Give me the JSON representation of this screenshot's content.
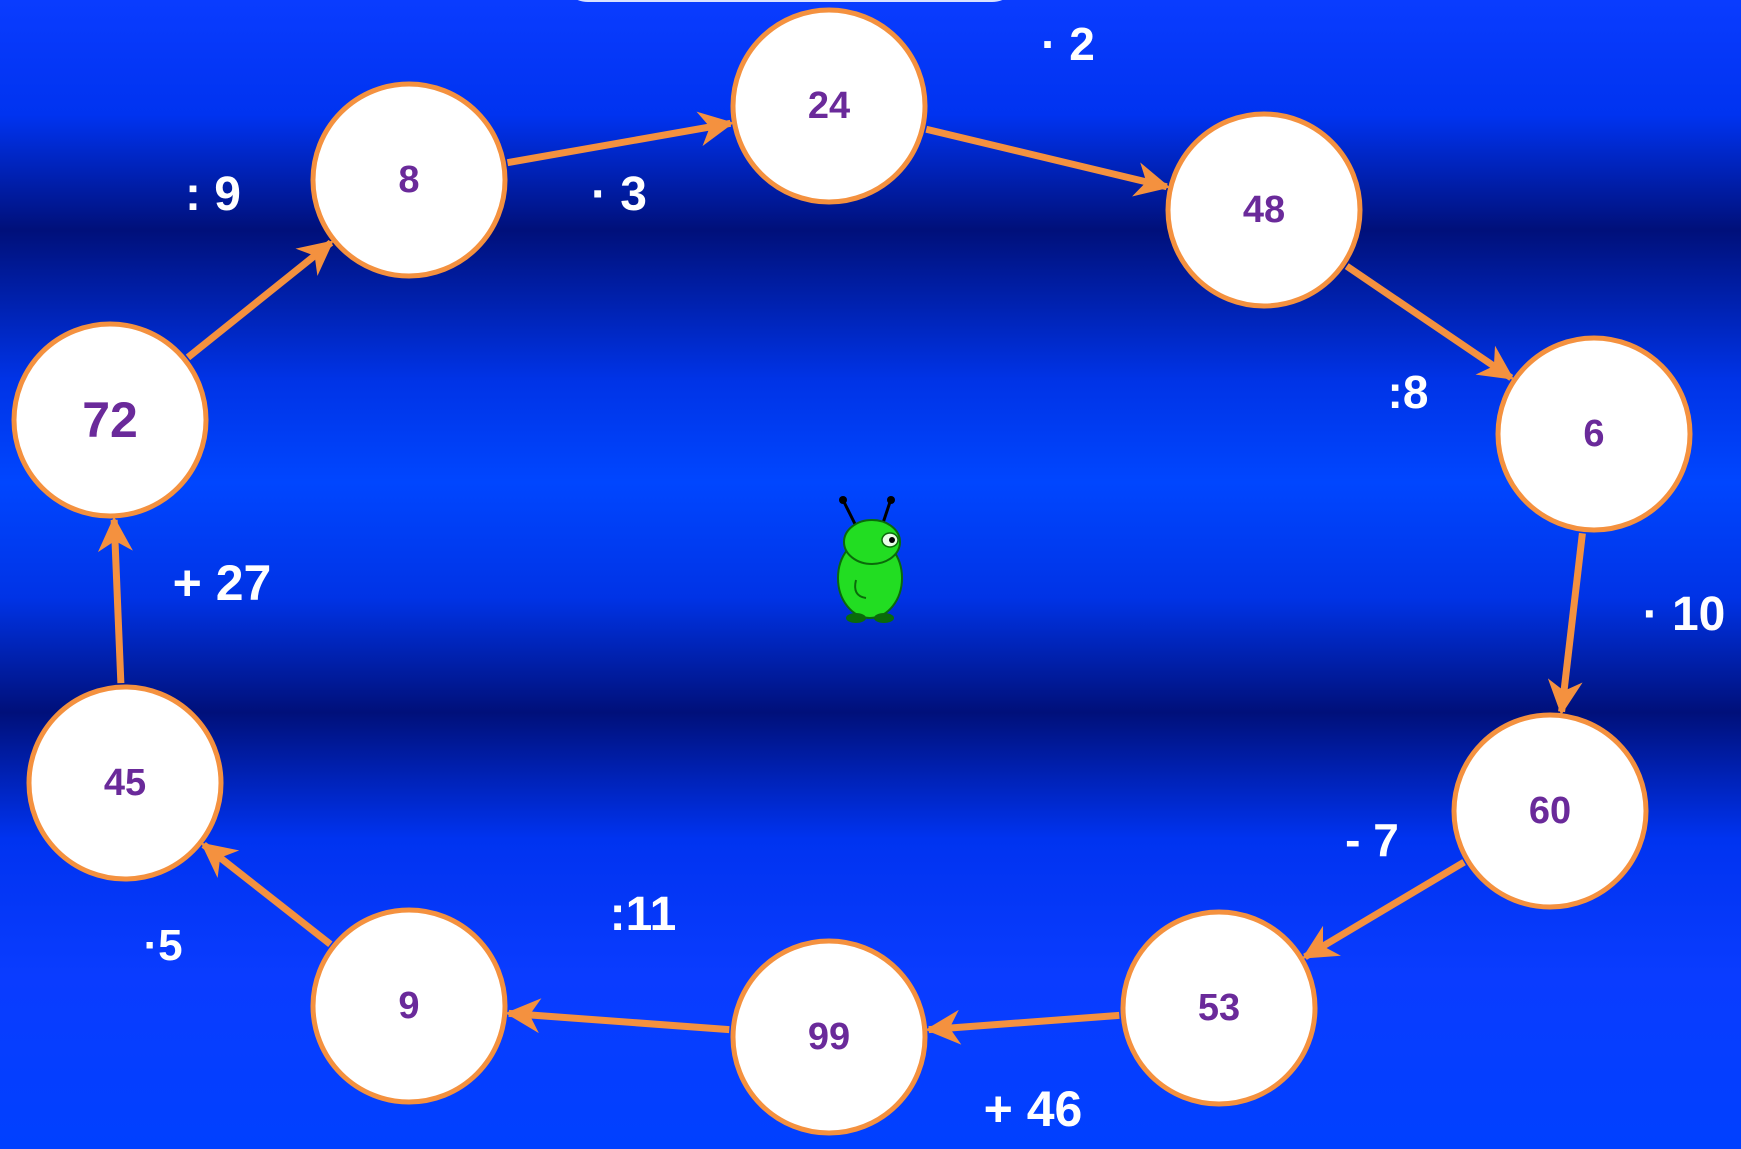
{
  "diagram": {
    "nodes": [
      {
        "id": "n1",
        "value": "24"
      },
      {
        "id": "n2",
        "value": "48"
      },
      {
        "id": "n3",
        "value": "6"
      },
      {
        "id": "n4",
        "value": "60"
      },
      {
        "id": "n5",
        "value": "53"
      },
      {
        "id": "n6",
        "value": "99"
      },
      {
        "id": "n7",
        "value": "9"
      },
      {
        "id": "n8",
        "value": "45"
      },
      {
        "id": "n9",
        "value": "72"
      },
      {
        "id": "n10",
        "value": "8"
      }
    ],
    "edges": [
      {
        "from": "n1",
        "to": "n2",
        "operation": "· 2"
      },
      {
        "from": "n2",
        "to": "n3",
        "operation": ":8"
      },
      {
        "from": "n3",
        "to": "n4",
        "operation": "· 10"
      },
      {
        "from": "n4",
        "to": "n5",
        "operation": "- 7"
      },
      {
        "from": "n5",
        "to": "n6",
        "operation": "+ 46"
      },
      {
        "from": "n6",
        "to": "n7",
        "operation": ":11"
      },
      {
        "from": "n7",
        "to": "n8",
        "operation": "·5"
      },
      {
        "from": "n8",
        "to": "n9",
        "operation": "+ 27"
      },
      {
        "from": "n9",
        "to": "n10",
        "operation": ": 9"
      },
      {
        "from": "n10",
        "to": "n1",
        "operation": "· 3"
      }
    ]
  },
  "colors": {
    "node_fill": "#ffffff",
    "node_border": "#f4913f",
    "node_text": "#6a2a9a",
    "arrow": "#f4913f",
    "operation_text": "#ffffff",
    "mascot": "#22dd22"
  },
  "icons": {
    "mascot": "green-alien-icon"
  }
}
